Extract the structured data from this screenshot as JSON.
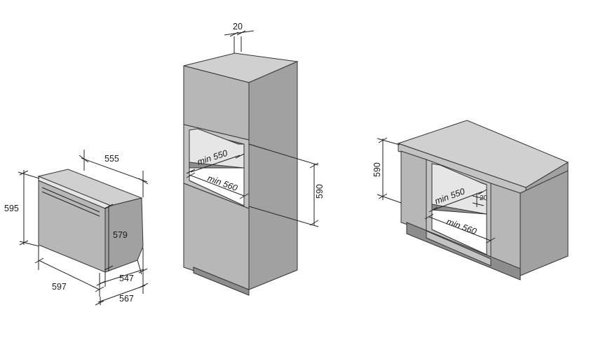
{
  "oven": {
    "depth_label": "555",
    "height_label": "595",
    "inner_height_label": "579",
    "width_label": "597",
    "depth_body_label": "547",
    "depth_total_label": "567"
  },
  "tall_unit": {
    "top_gap_label": "20",
    "niche_depth_label": "min 550",
    "niche_width_label": "min 560",
    "niche_height_label": "590"
  },
  "under_counter": {
    "niche_height_label": "590",
    "niche_depth_label": "min 550",
    "gap_label": "20",
    "niche_width_label": "min 560"
  }
}
